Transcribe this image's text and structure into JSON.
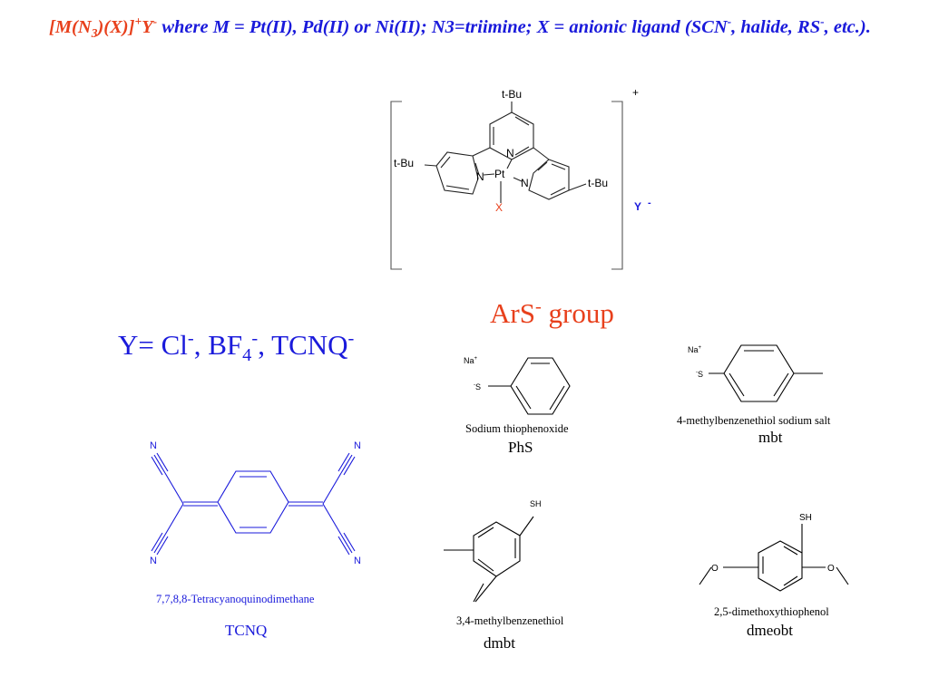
{
  "header": {
    "formula_main": "[M(N",
    "formula_sub": "3",
    "formula_mid": ")(X)]",
    "formula_sup_plus": "+",
    "formula_y": "Y",
    "formula_sup_minus": "-",
    "desc_part1": " where M = Pt(II), Pd(II) or Ni(II); N3=triimine; X = anionic ligand (SCN",
    "desc_sup1": "-",
    "desc_part2": ", halide, RS",
    "desc_sup2": "-",
    "desc_part3": ", etc.)."
  },
  "complex": {
    "tbu_top": "t-Bu",
    "tbu_left": "t-Bu",
    "tbu_right": "t-Bu",
    "n_center": "N",
    "n_left": "N",
    "n_right": "N",
    "metal": "Pt",
    "ligand_x": "X",
    "charge": "+",
    "counter_ion": "Y",
    "counter_charge": "-"
  },
  "y_line": {
    "prefix": "Y= Cl",
    "sup1": "-",
    "mid1": ", BF",
    "sub": "4",
    "sup2": "-",
    "mid2": ", TCNQ",
    "sup3": "-"
  },
  "ars": {
    "label": "ArS",
    "sup": "-",
    "suffix": " group"
  },
  "tcnq": {
    "n_label": "N",
    "caption": "7,7,8,8-Tetracyanoquinodimethane",
    "name": "TCNQ"
  },
  "phs": {
    "na": "Na",
    "na_charge": "+",
    "s_charge": "-",
    "s": "S",
    "caption": "Sodium thiophenoxide",
    "name": "PhS"
  },
  "mbt": {
    "na": "Na",
    "na_charge": "+",
    "s_charge": "-",
    "s": "S",
    "caption": "4-methylbenzenethiol sodium salt",
    "name": "mbt"
  },
  "dmbt": {
    "sh": "SH",
    "caption": "3,4-methylbenzenethiol",
    "name": "dmbt"
  },
  "dmeobt": {
    "sh": "SH",
    "o_left": "O",
    "o_right": "O",
    "caption": "2,5-dimethoxythiophenol",
    "name": "dmeobt"
  },
  "colors": {
    "blue": "#1a1adb",
    "red": "#e8401c",
    "black": "#000000",
    "bracket_gray": "#555555"
  }
}
